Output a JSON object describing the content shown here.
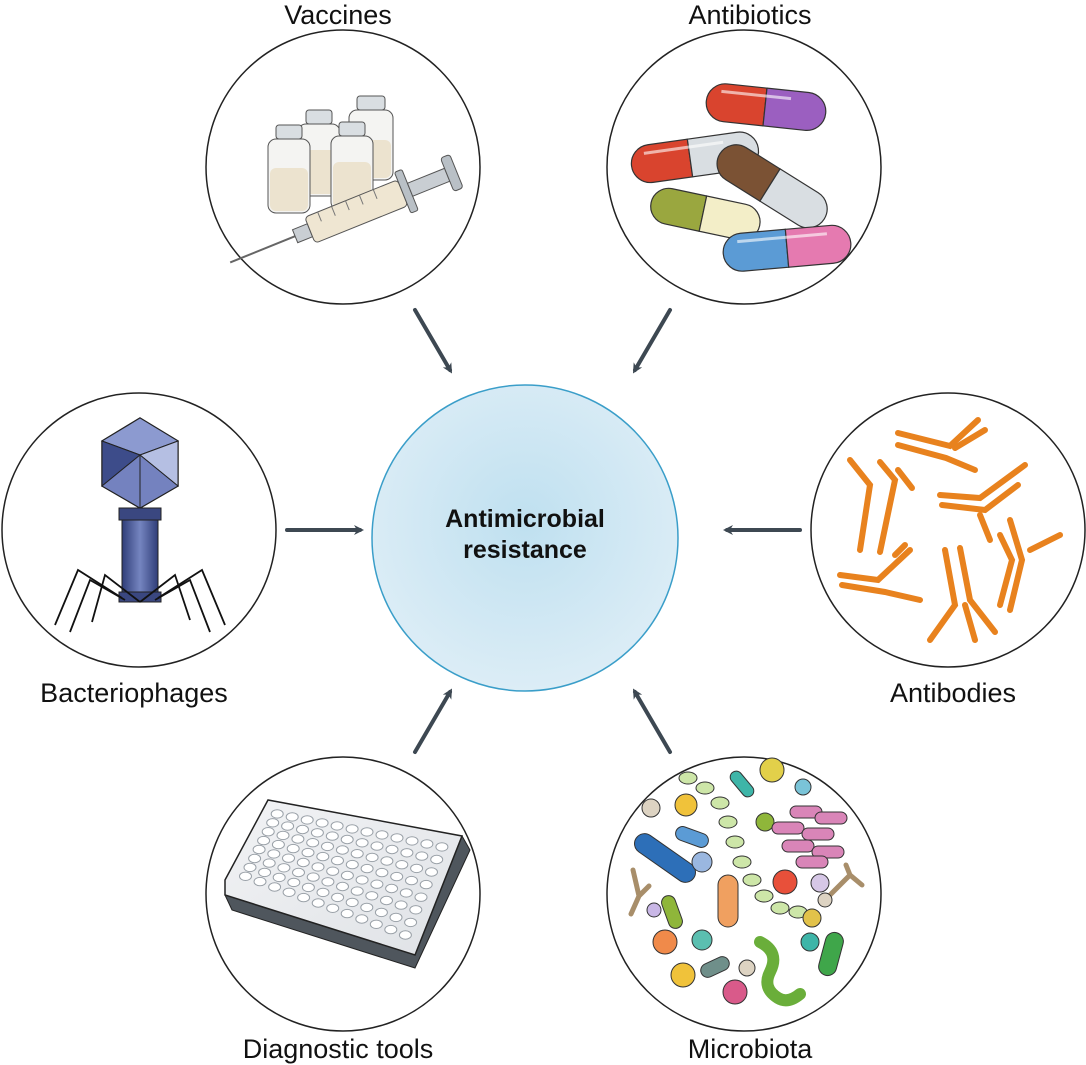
{
  "center": {
    "line1": "Antimicrobial",
    "line2": "resistance",
    "fill": "#cfe7f3",
    "stroke": "#3a9ec9"
  },
  "nodes": [
    {
      "id": "vaccines",
      "label": "Vaccines",
      "icon": "syringe-vials-icon"
    },
    {
      "id": "antibiotics",
      "label": "Antibiotics",
      "icon": "capsules-icon"
    },
    {
      "id": "bacteriophages",
      "label": "Bacteriophages",
      "icon": "bacteriophage-icon"
    },
    {
      "id": "antibodies",
      "label": "Antibodies",
      "icon": "antibody-icon"
    },
    {
      "id": "diagnostic",
      "label": "Diagnostic tools",
      "icon": "microplate-icon"
    },
    {
      "id": "microbiota",
      "label": "Microbiota",
      "icon": "microbes-icon"
    }
  ],
  "colors": {
    "arrow": "#3d4852",
    "antibody": "#e8821e",
    "phage": "#4b5c9a"
  }
}
